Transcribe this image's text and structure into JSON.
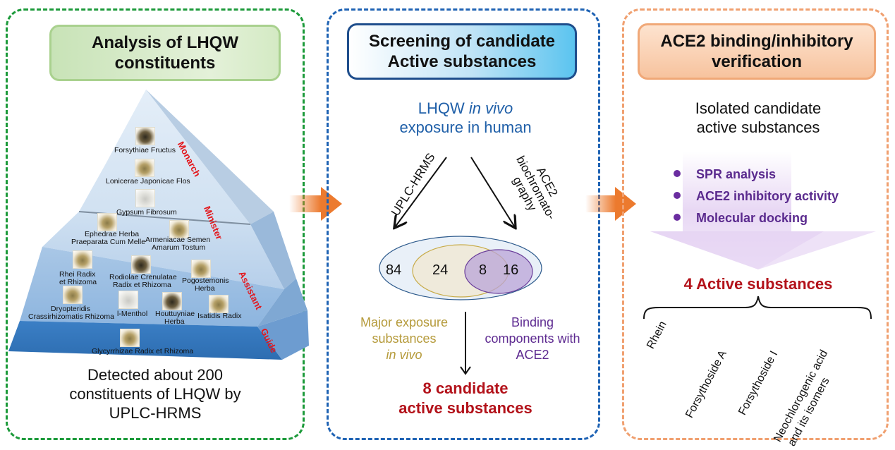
{
  "panels": {
    "analysis": {
      "title_line1": "Analysis of LHQW",
      "title_line2": "constituents",
      "pyramid": {
        "ranks": [
          "Monarch",
          "Minister",
          "Assistant",
          "Guide"
        ],
        "monarch": [
          "Forsythiae Fructus",
          "Lonicerae Japonicae Flos"
        ],
        "minister": [
          "Gypsum Fibrosum",
          "Ephedrae Herba",
          "Praeparata Cum Melle",
          "Armeniacae Semen",
          "Amarum Tostum"
        ],
        "assistant": [
          "Rhei Radix",
          "et Rhizoma",
          "Rodiolae Crenulatae",
          "Radix et Rhizoma",
          "Pogostemonis",
          "Herba",
          "Dryopteridis",
          "Crassirhizomatis Rhizoma",
          "l-Menthol",
          "Houttuyniae",
          "Herba",
          "Isatidis Radix"
        ],
        "guide": [
          "Glycyrrhizae Radix et Rhizoma"
        ]
      },
      "footer_line1": "Detected about 200",
      "footer_line2": "constituents of LHQW by",
      "footer_line3": "UPLC-HRMS"
    },
    "screening": {
      "title_line1": "Screening of candidate",
      "title_line2": "Active substances",
      "exposure_prefix": "LHQW ",
      "exposure_italic": "in vivo",
      "exposure_line2": "exposure in human",
      "left_arrow_label": "UPLC-HRMS",
      "right_arrow_label_1": "ACE2",
      "right_arrow_label_2": "biochromato-",
      "right_arrow_label_3": "graphy",
      "venn": {
        "outer_only": "84",
        "yellow_only": "24",
        "overlap": "8",
        "purple_only": "16"
      },
      "major_line1": "Major exposure",
      "major_line2": "substances",
      "major_line3": "in vivo",
      "binding_line1": "Binding",
      "binding_line2": "components  with",
      "binding_line3": "ACE2",
      "result_line1": "8 candidate",
      "result_line2": "active substances"
    },
    "verification": {
      "title_line1": "ACE2 binding/inhibitory",
      "title_line2": "verification",
      "isolated_line1": "Isolated candidate",
      "isolated_line2": "active substances",
      "methods": [
        "SPR analysis",
        "ACE2 inhibitory activity",
        "Molecular docking"
      ],
      "result": "4 Active substances",
      "substances": [
        "Rhein",
        "Forsythoside A",
        "Forsythoside I",
        "Neochlorogenic acid",
        "and its isomers"
      ]
    }
  },
  "colors": {
    "panel1_border": "#1c9a3a",
    "panel2_border": "#1f63b4",
    "panel3_border": "#f0a070",
    "accent_red": "#b3121a",
    "rank_red": "#e3161b",
    "purple": "#5e2b91",
    "arrow_orange": "#ec7a2e"
  }
}
